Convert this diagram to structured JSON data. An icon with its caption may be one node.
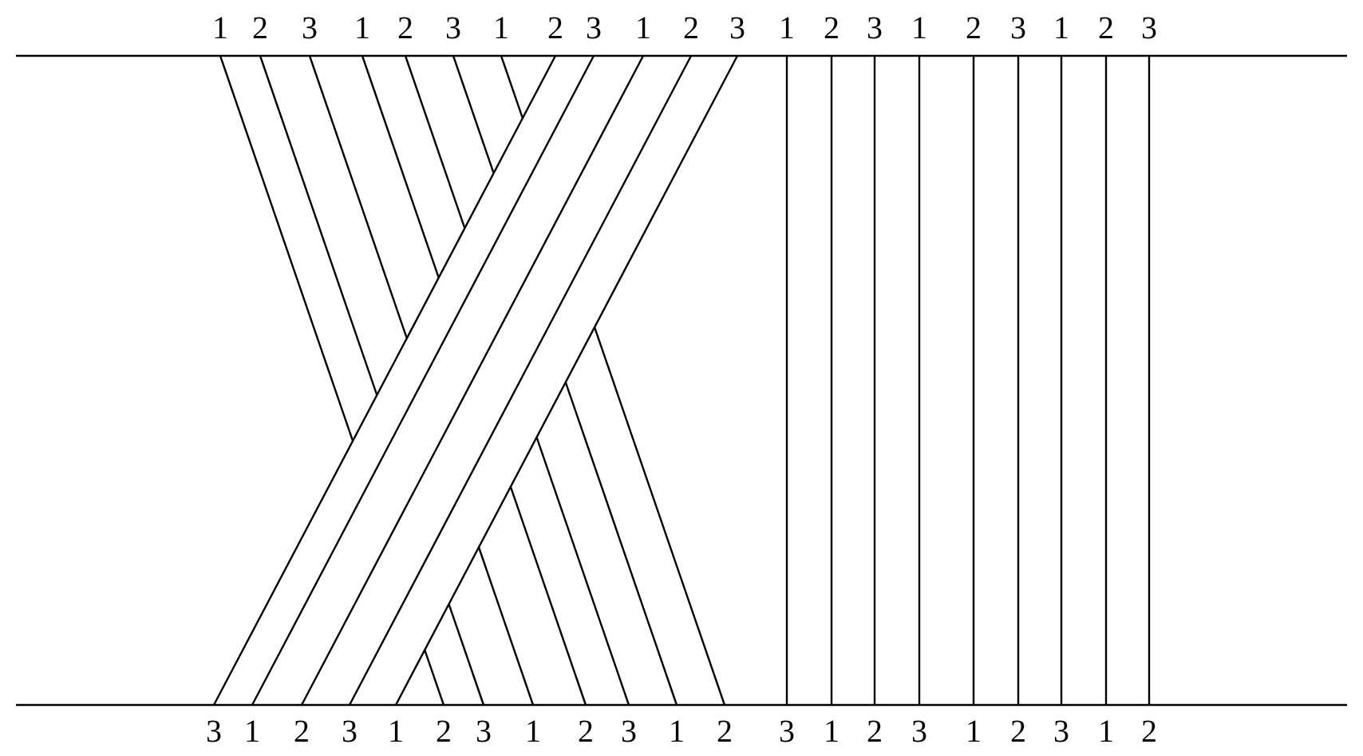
{
  "diagram": {
    "labels": [
      "1",
      "2",
      "3",
      "1",
      "2",
      "3",
      "1",
      "2",
      "3",
      "1",
      "2",
      "3",
      "1",
      "2",
      "3",
      "1",
      "2",
      "3",
      "1",
      "2",
      "3",
      "3",
      "1",
      "2",
      "3",
      "1",
      "2",
      "3",
      "1",
      "2",
      "3",
      "1",
      "2",
      "3",
      "1",
      "2",
      "3",
      "1",
      "2",
      "3",
      "1",
      "2"
    ]
  }
}
